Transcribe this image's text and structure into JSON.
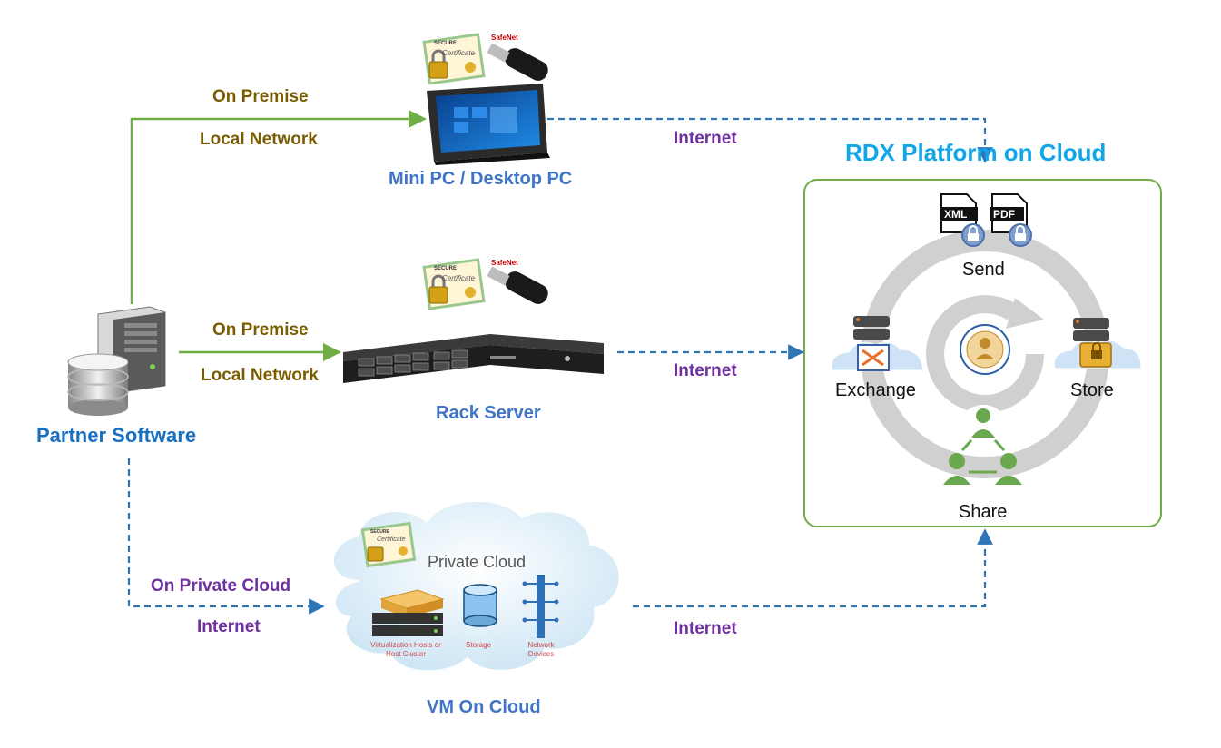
{
  "diagram": {
    "title": "RDX Platform on Cloud",
    "partner_label": "Partner Software",
    "paths": [
      {
        "mode": "On Premise",
        "network": "Local Network",
        "device": "Mini PC / Desktop PC",
        "uplink": "Internet"
      },
      {
        "mode": "On Premise",
        "network": "Local Network",
        "device": "Rack Server",
        "uplink": "Internet"
      },
      {
        "mode": "On Private Cloud",
        "network": "Internet",
        "device": "VM On Cloud",
        "uplink": "Internet"
      }
    ],
    "private_cloud": {
      "title": "Private Cloud",
      "items": [
        "Virtualization Hosts or Host Cluster",
        "Storage",
        "Network Devices"
      ]
    },
    "cycle": {
      "send": "Send",
      "store": "Store",
      "share": "Share",
      "exchange": "Exchange"
    },
    "file_badges": [
      "XML",
      "PDF"
    ],
    "token_brand": "SafeNet",
    "certificate_text": [
      "SECURE",
      "Certificate"
    ],
    "colors": {
      "solid_arrow": "#70ad47",
      "dashed_arrow": "#2e75b6",
      "platform_border": "#70ad47",
      "title": "#12a6e8"
    }
  }
}
